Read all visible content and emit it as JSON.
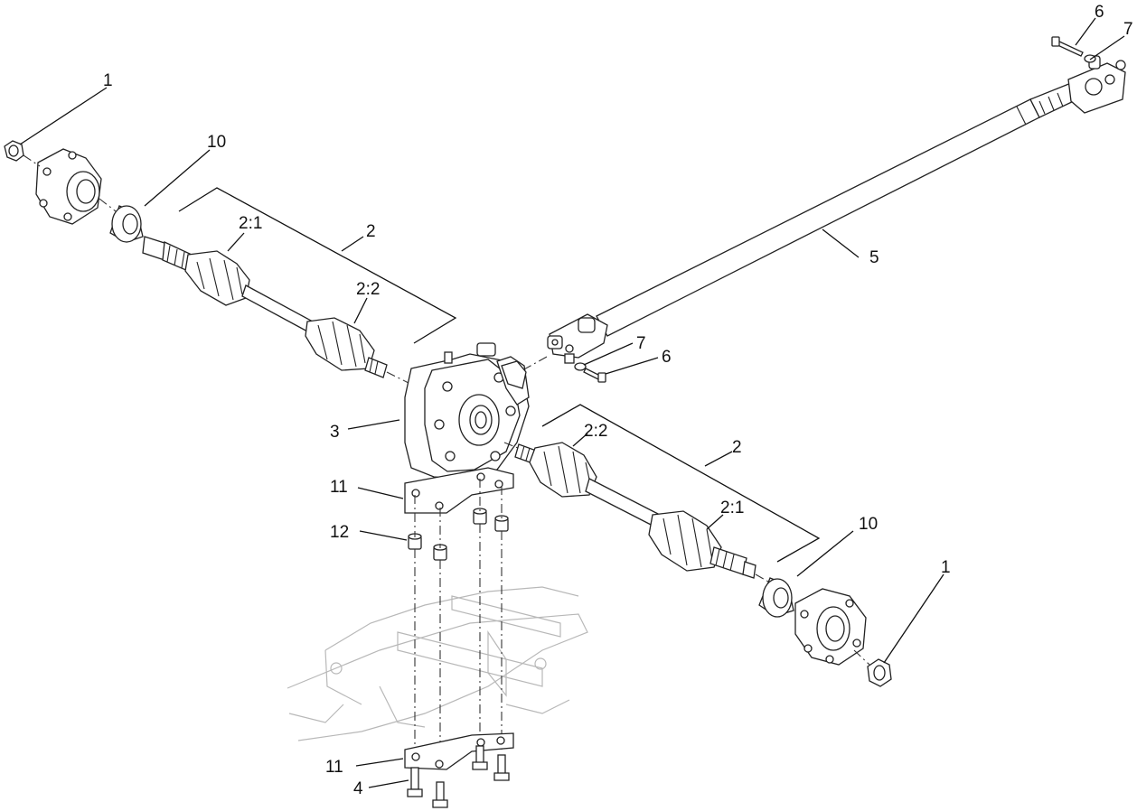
{
  "callouts": {
    "hub_left": "1",
    "hub_right": "1",
    "shaft_left": "2",
    "shaft_right": "2",
    "cv_outer_left": "2:1",
    "cv_inner_left": "2:2",
    "cv_inner_right": "2:2",
    "cv_outer_right": "2:1",
    "gearbox": "3",
    "bolt": "4",
    "driveshaft": "5",
    "bolt_yoke_front": "6",
    "bolt_yoke_rear": "6",
    "washer_yoke_front": "7",
    "washer_yoke_rear": "7",
    "spacer_left": "10",
    "spacer_right": "10",
    "bracket_top": "11",
    "bracket_bottom": "11",
    "bushing": "12"
  },
  "colors": {
    "line": "#222222",
    "ghost": "#b8b8b8",
    "background": "#ffffff"
  }
}
